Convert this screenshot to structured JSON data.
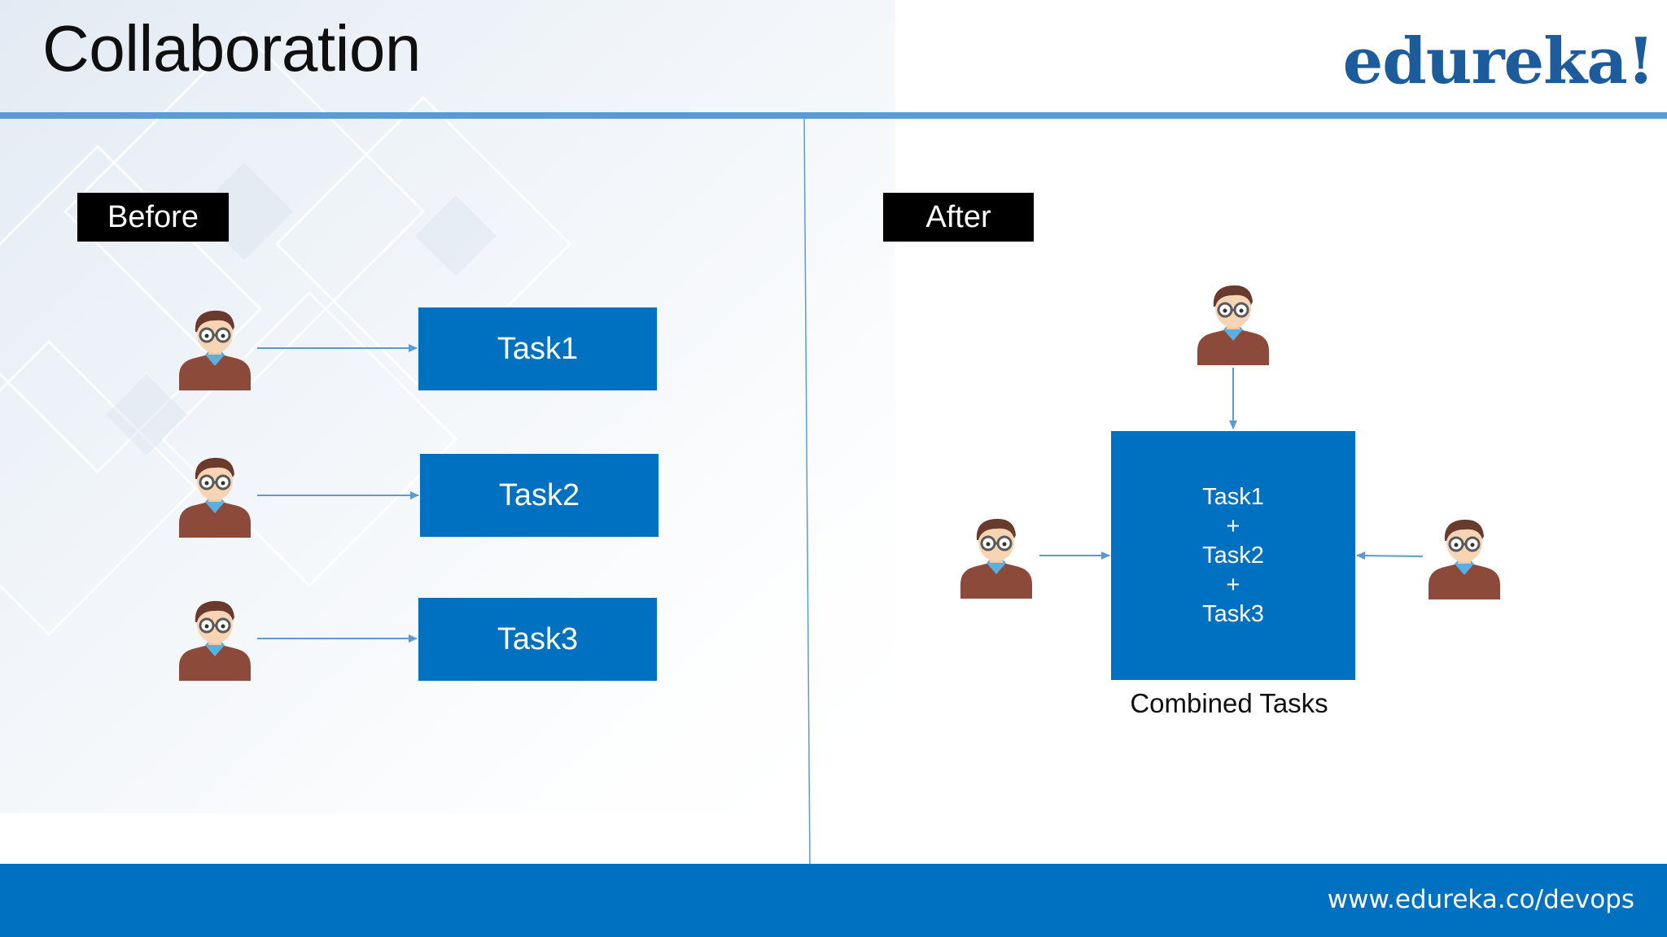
{
  "header": {
    "title": "Collaboration",
    "logo": "edureka!"
  },
  "before": {
    "label": "Before",
    "tasks": [
      "Task1",
      "Task2",
      "Task3"
    ]
  },
  "after": {
    "label": "After",
    "combined_lines": [
      "Task1",
      "+",
      "Task2",
      "+",
      "Task3"
    ],
    "caption": "Combined Tasks"
  },
  "footer": {
    "url": "www.edureka.co/devops"
  },
  "colors": {
    "accent_blue": "#0070c0",
    "rule_blue": "#5b9bd5",
    "logo_blue": "#1d5c9c",
    "label_black": "#000000"
  },
  "icons": {
    "person": "person-with-glasses-icon"
  }
}
